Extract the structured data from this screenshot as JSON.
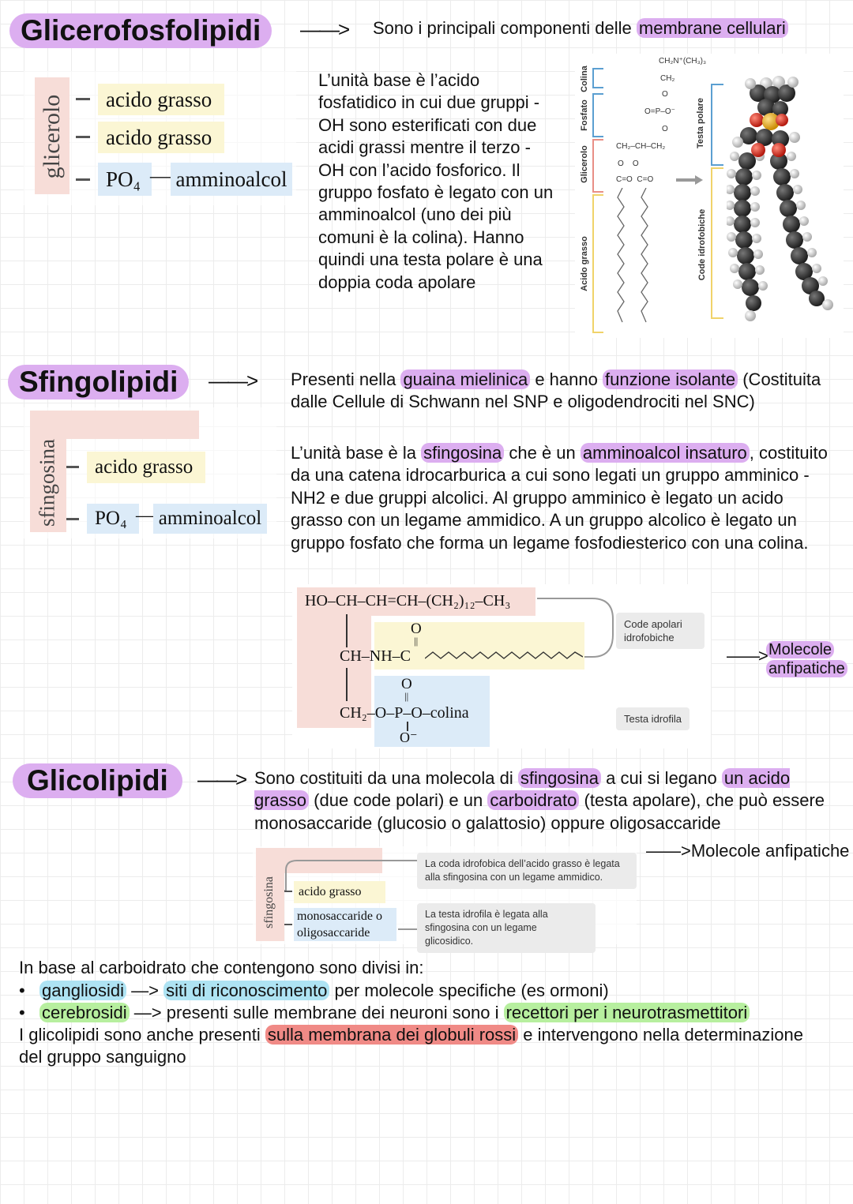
{
  "sec1": {
    "title": "Glicerofosfolipidi",
    "arrow": "——>",
    "intro_prefix": "Sono i principali componenti delle",
    "intro_hl": "membrane cellulari",
    "diagram": {
      "backbone": "glicerolo",
      "row1": "acido grasso",
      "row2": "acido grasso",
      "po4": "PO₄",
      "dash": "—",
      "amino": "amminoalcol"
    },
    "body": "L’unità base è l’acido fosfatidico in cui due gruppi -OH sono esterificati con due acidi grassi mentre il terzo -OH con l’acido fosforico. Il gruppo fosfato è legato con un amminoalcol (uno dei più comuni è la colina). Hanno quindi una testa polare è una doppia coda apolare",
    "struct": {
      "colina": "Colina",
      "fosfato": "Fosfato",
      "glicerolo": "Glicerolo",
      "acido_grasso": "Acido grasso",
      "testa_polare": "Testa polare",
      "code_idrofobiche": "Code idrofobiche",
      "f_choline": "CH₂N⁺(CH₃)₃",
      "f_ch2": "CH₂",
      "f_o1": "O",
      "f_p": "O=P–O⁻",
      "f_o2": "O",
      "f_glycerol": "CH₂–CH–CH₂",
      "f_oo": "O    O",
      "f_co": "C=O  C=O"
    }
  },
  "sec2": {
    "title": "Sfingolipidi",
    "arrow": "——>",
    "p1_a": "Presenti nella",
    "p1_hl1": "guaina mielinica",
    "p1_b": "e hanno",
    "p1_hl2": "funzione isolante",
    "p1_c": "(Costituita dalle Cellule di Schwann nel SNP e oligodendrociti nel SNC)",
    "p2_a": "L’unità base è la",
    "p2_hl1": "sfingosina",
    "p2_b": "che è un",
    "p2_hl2": "amminoalcol insaturo",
    "p2_c": ", costituito da una catena idrocarburica a cui sono legati un gruppo amminico -NH2 e due gruppi alcolici. Al gruppo amminico è legato un acido grasso con un legame ammidico. A un gruppo alcolico è legato un gruppo fosfato che forma un legame fosfodiesterico con una colina.",
    "diagram": {
      "backbone": "sfingosina",
      "row1": "acido grasso",
      "po4": "PO₄",
      "dash": "—",
      "amino": "amminoalcol"
    },
    "formula": {
      "line1": "HO–CH–CH=CH–(CH₂)₁₂–CH₃",
      "o_top": "O",
      "dbl": "||",
      "line2": "CH–NH–C",
      "o_mid": "O",
      "dbl2": "||",
      "line3": "CH₂–O–P–O–colina",
      "o_bot": "O⁻",
      "code_apolari": "Code apolari idrofobiche",
      "testa_idrofila": "Testa idrofila"
    },
    "side_arrow": "——>",
    "side_label": "Molecole anfipatiche"
  },
  "sec3": {
    "title": "Glicolipidi",
    "arrow": "——>",
    "p_a": "Sono costituiti da una molecola di",
    "p_hl1": "sfingosina",
    "p_b": "a cui si legano",
    "p_hl2": "un acido grasso",
    "p_c": "(due code polari) e un",
    "p_hl3": "carboidrato",
    "p_d": "(testa apolare), che può essere monosaccaride (glucosio o galattosio) oppure oligosaccaride",
    "side": "——>Molecole anfipatiche",
    "diagram": {
      "backbone": "sfingosina",
      "row1": "acido grasso",
      "row2": "monosaccaride o oligosaccaride",
      "note1": "La coda idrofobica dell’acido grasso è legata alla sfingosina con un legame ammidico.",
      "note2": "La testa idrofila è legata alla sfingosina con un legame glicosidico."
    },
    "list_intro": "In base al carboidrato che contengono sono divisi in:",
    "b1_hl": "gangliosidi",
    "b1_arrow": "—>",
    "b1_hl2": "siti di riconoscimento",
    "b1_rest": "per molecole specifiche (es ormoni)",
    "b2_hl": "cerebrosidi",
    "b2_arrow": "—>",
    "b2_mid": "presenti sulle membrane dei neuroni sono i",
    "b2_hl2": "recettori per i neurotrasmettitori",
    "last_a": "I glicolipidi sono anche presenti",
    "last_hl": "sulla membrana dei globuli rossi",
    "last_b": "e intervengono nella determinazione del gruppo sanguigno",
    "bullet": "•"
  },
  "colors": {
    "purple": "#dcaef0",
    "blue": "#aee3f3",
    "green": "#b7ef9f",
    "red": "#f08a86",
    "pink_box": "#f7ddd8",
    "yellow_box": "#fbf6d4",
    "blue_box": "#dcebf8"
  }
}
